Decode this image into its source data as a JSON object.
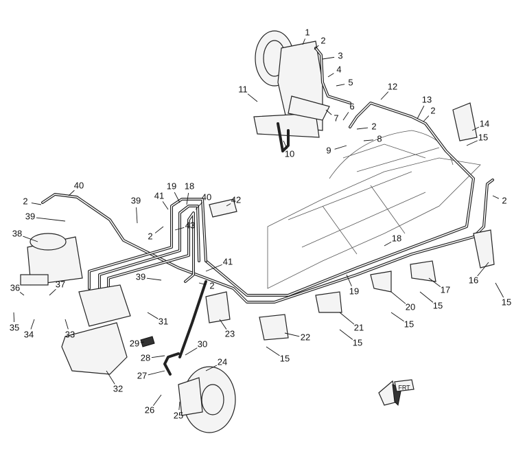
{
  "diagram": {
    "callouts": [
      "1",
      "2",
      "3",
      "4",
      "5",
      "6",
      "2",
      "13",
      "2",
      "12",
      "11",
      "7",
      "8",
      "9",
      "10",
      "14",
      "15",
      "40",
      "2",
      "39",
      "39",
      "41",
      "19",
      "18",
      "40",
      "42",
      "2",
      "43",
      "2",
      "38",
      "18",
      "41",
      "39",
      "2",
      "19",
      "17",
      "16",
      "15",
      "36",
      "37",
      "15",
      "20",
      "21",
      "15",
      "15",
      "31",
      "23",
      "22",
      "15",
      "35",
      "34",
      "33",
      "29",
      "30",
      "28",
      "24",
      "27",
      "32",
      "26",
      "25"
    ],
    "orientation_marker": "FRT",
    "icons": [
      "front-arrow-icon"
    ]
  }
}
